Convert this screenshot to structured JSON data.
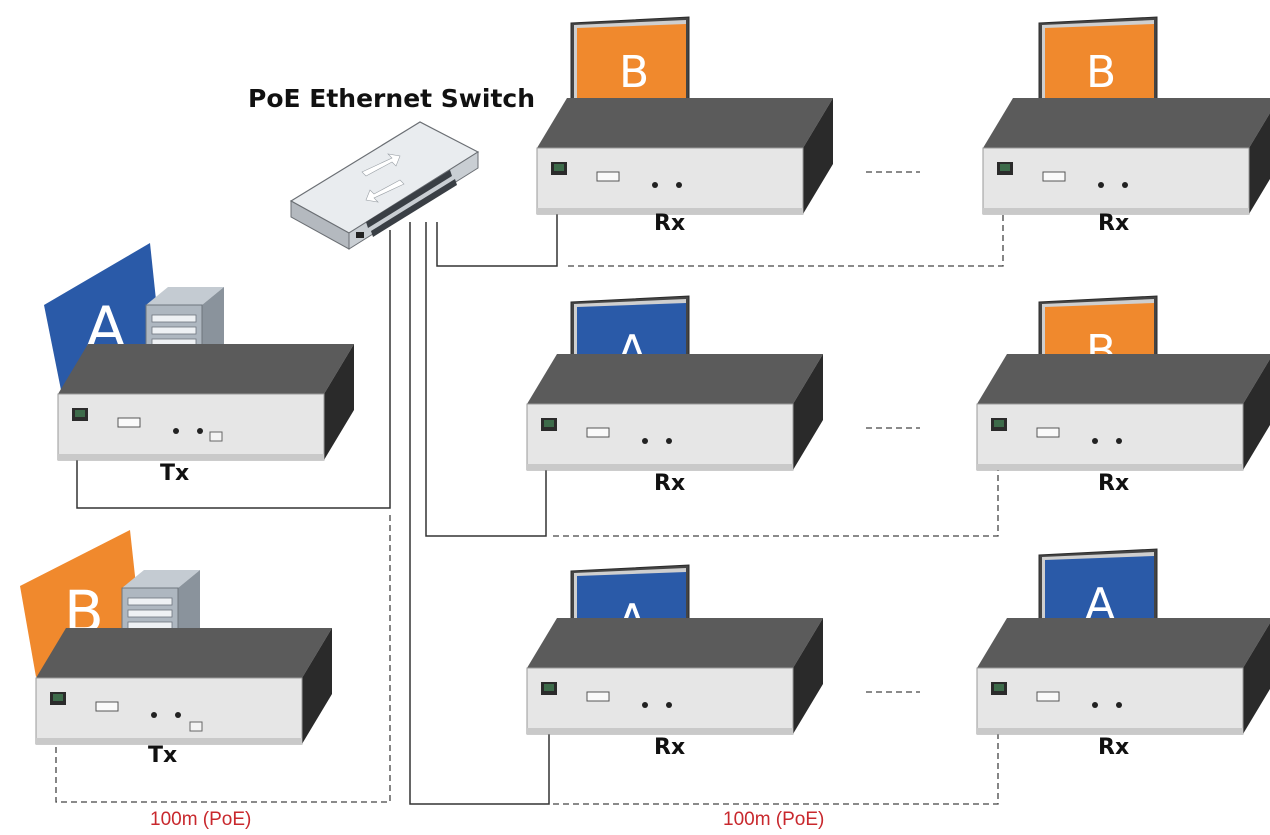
{
  "switch": {
    "label": "PoE Ethernet Switch"
  },
  "transmitters": [
    {
      "label": "Tx",
      "source": "A",
      "color": "#2a5aa8"
    },
    {
      "label": "Tx",
      "source": "B",
      "color": "#f0892d"
    }
  ],
  "receivers": [
    {
      "label": "Rx",
      "screen": "B",
      "color": "#f0892d"
    },
    {
      "label": "Rx",
      "screen": "B",
      "color": "#f0892d"
    },
    {
      "label": "Rx",
      "screen": "A",
      "color": "#2a5aa8"
    },
    {
      "label": "Rx",
      "screen": "B",
      "color": "#f0892d"
    },
    {
      "label": "Rx",
      "screen": "A",
      "color": "#2a5aa8"
    },
    {
      "label": "Rx",
      "screen": "A",
      "color": "#2a5aa8"
    }
  ],
  "distances": {
    "left": "100m (PoE)",
    "right": "100m (PoE)",
    "color": "#c8282d"
  }
}
